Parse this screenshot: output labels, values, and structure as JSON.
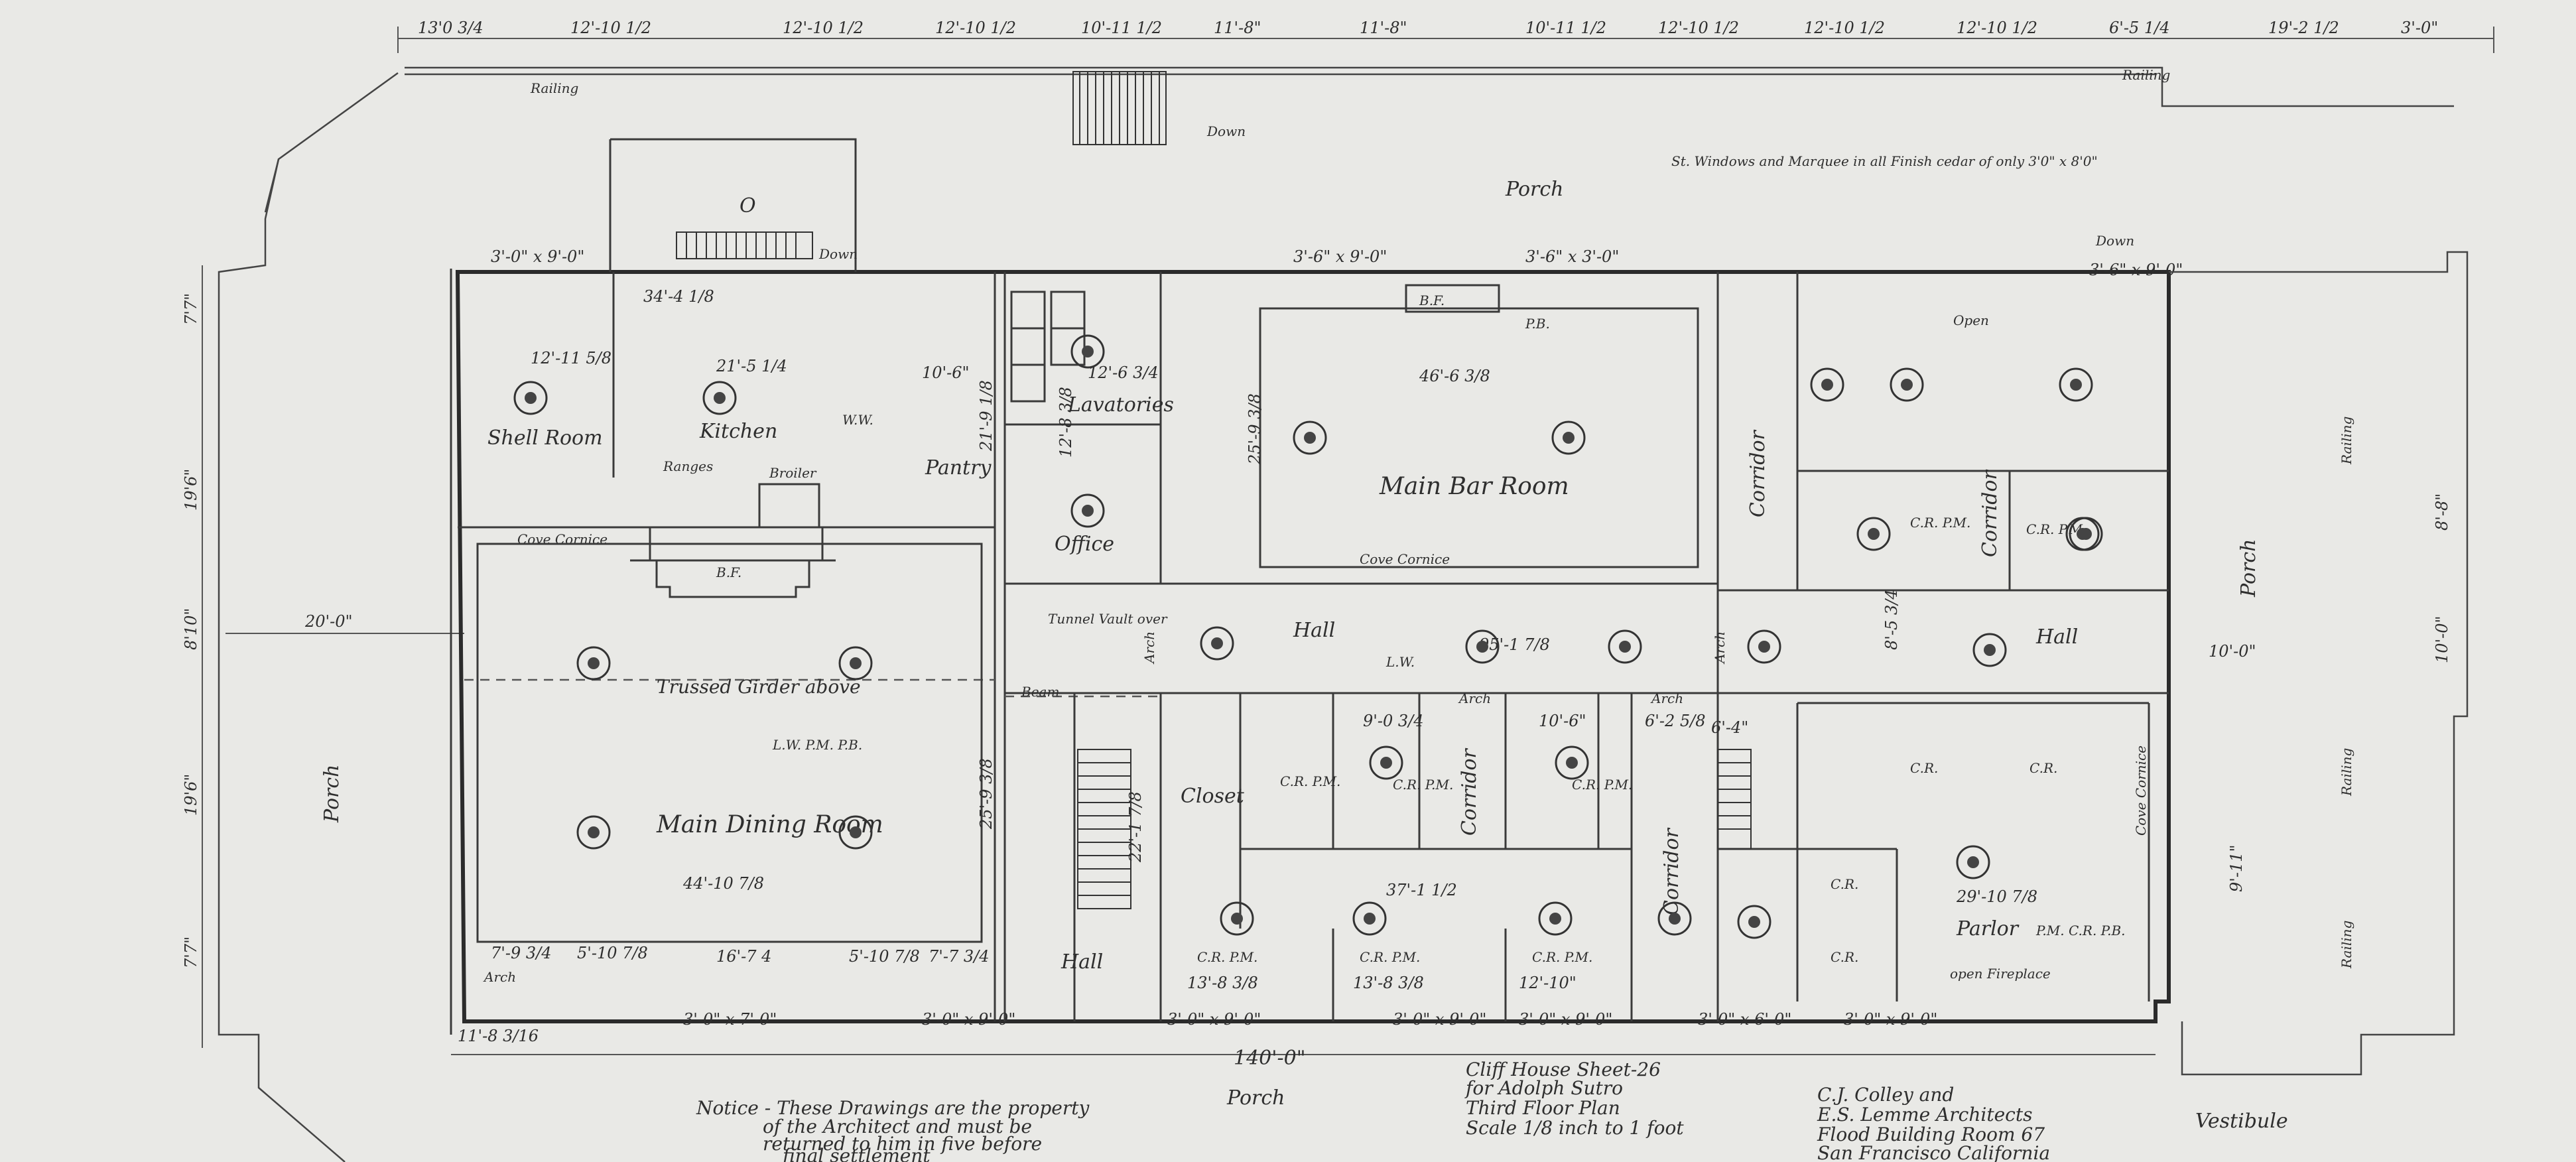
{
  "rooms": {
    "porch_top": "Porch",
    "porch_left": "Porch",
    "porch_bottom": "Porch",
    "porch_right": "Porch",
    "shell_room": "Shell Room",
    "kitchen": "Kitchen",
    "pantry": "Pantry",
    "lavatories": "Lavatories",
    "office": "Office",
    "main_bar_room": "Main Bar Room",
    "main_dining_room": "Main Dining Room",
    "hall_center": "Hall",
    "hall_right": "Hall",
    "hall_bottom": "Hall",
    "corridor_1": "Corridor",
    "corridor_2": "Corridor",
    "corridor_3": "Corridor",
    "corridor_4": "Corridor",
    "parlor": "Parlor",
    "closet": "Closet",
    "vestibule": "Vestibule"
  },
  "labels": {
    "railing_top": "Railing",
    "railing_right_1": "Railing",
    "railing_right_2": "Railing",
    "railing_right_3": "Railing",
    "railing_top_right": "Railing",
    "down_1": "Down",
    "down_2": "Down",
    "down_3": "Down",
    "ranges": "Ranges",
    "broiler": "Broiler",
    "cove_cornice_1": "Cove Cornice",
    "cove_cornice_2": "Cove Cornice",
    "cove_cornice_3": "Cove Cornice",
    "tunnel_vault": "Tunnel Vault over",
    "trussed_girder": "Trussed Girder above",
    "beam": "Beam",
    "lw_pm_pb": "L.W. P.M. P.B.",
    "lw": "L.W.",
    "arch_1": "Arch",
    "arch_2": "Arch",
    "arch_3": "Arch",
    "arch_4": "Arch",
    "arch_5": "Arch",
    "bf_1": "B.F.",
    "bf_2": "B.F.",
    "pb": "P.B.",
    "open": "Open",
    "open_fireplace": "open Fireplace",
    "cr_pm_pb": "P.M. C.R. P.B.",
    "cr": "C.R.",
    "cr_pm": "C.R. P.M.",
    "ww": "W.W.",
    "porch_note": "St. Windows and Marquee in all Finish cedar of only 3'0\" x 8'0\"",
    "o_mark": "O"
  },
  "dimensions": {
    "top": [
      "13'0 3/4",
      "12'-10 1/2",
      "12'-10 1/2",
      "12'-10 1/2",
      "10'-11 1/2",
      "11'-8\"",
      "11'-8\"",
      "10'-11 1/2",
      "12'-10 1/2",
      "12'-10 1/2",
      "12'-10 1/2",
      "6'-5 1/4",
      "19'-2 1/2",
      "3'-0\""
    ],
    "window_top_1": "3'-0\" x 9'-0\"",
    "window_top_2": "3'-6\" x 9'-0\"",
    "window_top_3": "3'-6\" x 3'-0\"",
    "window_top_4": "3'-6\" x 9'-0\"",
    "kitchen_w": "34'-4 1/8",
    "shell_w": "12'-11 5/8",
    "kitchen_d": "21'-5 1/4",
    "pantry_w": "10'-6\"",
    "pantry_d": "21'-9 1/8",
    "lavatory_d": "12'-6 3/4",
    "bar_w": "46'-6 3/8",
    "bar_d": "25'-9 3/8",
    "office_d": "12'-8 3/8",
    "left_total": "20'-0\"",
    "left_1": "7'7\"",
    "left_2": "19'6\"",
    "left_3": "8'10\"",
    "left_4": "19'6\"",
    "left_5": "7'7\"",
    "hall_len": "95'-1 7/8",
    "dining_w": "44'-10 7/8",
    "dining_d": "25'-9 3/8",
    "hall_d": "22'-1 7/8",
    "cr_1": "9'-0 3/4",
    "cr_2": "10'-6\"",
    "cr_3": "6'-2 5/8",
    "cr_4": "6'-4\"",
    "cr_5": "37'-1 1/2",
    "cr_6": "13'-8 3/8",
    "cr_7": "13'-8 3/8",
    "cr_8": "12'-10\"",
    "parlor_w": "29'-10 7/8",
    "right_1": "8'-5 3/4",
    "right_2": "10'-0\"",
    "right_3": "9'-11\"",
    "bottom_1": "7'-9 3/4",
    "bottom_2": "5'-10 7/8",
    "bottom_3": "16'-7 4",
    "bottom_4": "5'-10 7/8",
    "bottom_5": "7'-7 3/4",
    "bottom_6": "11'-8 3/16",
    "bottom_win_1": "3'-0\" x 7'-0\"",
    "bottom_win_2": "3'-0\" x 9'-0\"",
    "bottom_win_3": "3'-0\" x 9'-0\"",
    "bottom_win_4": "3'-0\" x 9'-0\"",
    "bottom_win_5": "3'-0\" x 9'-0\"",
    "bottom_win_6": "3'-0\" x 6'-0\"",
    "bottom_win_7": "3'-0\" x 9'-0\"",
    "total_width": "140'-0\"",
    "right_outer": "8'-8\"",
    "right_outer_2": "10'-0\""
  },
  "title_block": {
    "notice_1": "Notice - These Drawings are the property",
    "notice_2": "of the Architect and must be",
    "notice_3": "returned to him in five before",
    "notice_4": "final settlement",
    "project_1": "Cliff House  Sheet-26",
    "project_2": "for Adolph Sutro",
    "project_3": "Third Floor Plan",
    "project_4": "Scale 1/8 inch to 1 foot",
    "architects_1": "C.J. Colley and",
    "architects_2": "E.S. Lemme  Architects",
    "architects_3": "Flood Building Room 67",
    "architects_4": "San Francisco California"
  }
}
